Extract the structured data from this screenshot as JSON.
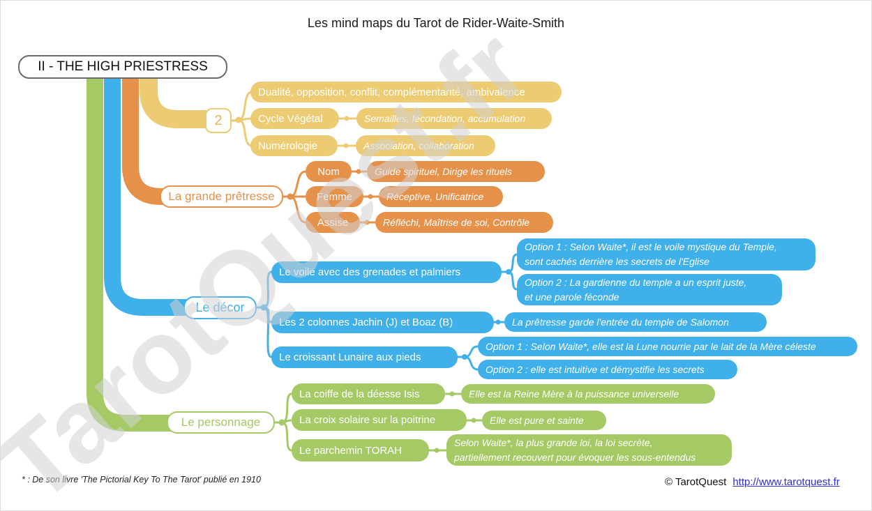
{
  "title": "Les mind maps du Tarot de Rider-Waite-Smith",
  "root": {
    "label": "II - THE HIGH PRIESTRESS"
  },
  "colors": {
    "yellow": "#ECCB72",
    "orange": "#E5914A",
    "blue": "#3FB0EA",
    "green": "#A5C964",
    "link_blue": "#3330CC"
  },
  "branches": {
    "two": {
      "label": "2",
      "children": [
        {
          "label": "Dualité, opposition, conflit, complémentarité, ambivalence"
        },
        {
          "label": "Cycle Végétal",
          "note": "Semailles, fécondation, accumulation"
        },
        {
          "label": "Numérologie",
          "note": "Association, collaboration"
        }
      ]
    },
    "pretresse": {
      "label": "La grande prêtresse",
      "children": [
        {
          "label": "Nom",
          "note": "Guide spirituel, Dirige les rituels"
        },
        {
          "label": "Femme",
          "note": "Réceptive, Unificatrice"
        },
        {
          "label": "Assise",
          "note": "Réfléchi, Maîtrise de soi, Contrôle"
        }
      ]
    },
    "decor": {
      "label": "Le décor",
      "children": [
        {
          "label": "Le voile avec des grenades et palmiers",
          "notes": [
            "Option 1 : Selon Waite*, il est le voile mystique du Temple,\nsont cachés derrière les secrets de l'Eglise",
            "Option 2 : La gardienne du temple a un esprit juste,\net une parole féconde"
          ]
        },
        {
          "label": "Les 2 colonnes Jachin (J) et Boaz (B)",
          "note": "La prêtresse garde l'entrée du temple de Salomon"
        },
        {
          "label": "Le croissant Lunaire aux pieds",
          "notes": [
            "Option 1 : Selon Waite*, elle est la Lune nourrie par le lait de la Mère céleste",
            "Option 2 : elle est intuitive et démystifie les secrets"
          ]
        }
      ]
    },
    "personnage": {
      "label": "Le personnage",
      "children": [
        {
          "label": "La coiffe de la déesse Isis",
          "note": "Elle est la Reine Mère à la puissance universelle"
        },
        {
          "label": "La croix solaire sur la poitrine",
          "note": "Elle est pure et sainte"
        },
        {
          "label": "Le parchemin TORAH",
          "note": "Selon Waite*, la plus grande loi, la loi secrète,\npartiellement recouvert pour évoquer les sous-entendus"
        }
      ]
    }
  },
  "footnote": "* : De son livre 'The Pictorial Key To The Tarot' publié en 1910",
  "copyright": "© TarotQuest",
  "link": "http://www.tarotquest.fr",
  "watermark": "TarotQuest.fr"
}
